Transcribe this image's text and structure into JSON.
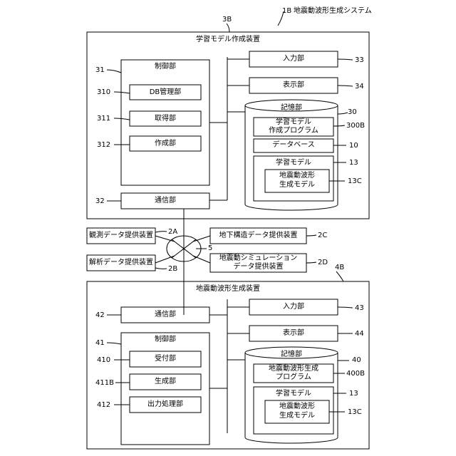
{
  "system": {
    "ref": "1B",
    "title": "地震動波形生成システム"
  },
  "learning_device": {
    "ref": "3B",
    "title": "学習モデル作成装置",
    "control": {
      "ref": "31",
      "label": "制御部"
    },
    "db_manager": {
      "ref": "310",
      "label": "DB管理部"
    },
    "acquisition": {
      "ref": "311",
      "label": "取得部"
    },
    "creation": {
      "ref": "312",
      "label": "作成部"
    },
    "communication": {
      "ref": "32",
      "label": "通信部"
    },
    "input": {
      "ref": "33",
      "label": "入力部"
    },
    "display": {
      "ref": "34",
      "label": "表示部"
    },
    "storage": {
      "ref": "30",
      "label": "記憶部"
    },
    "program": {
      "ref": "300B",
      "line1": "学習モデル",
      "line2": "作成プログラム"
    },
    "database": {
      "ref": "10",
      "label": "データベース"
    },
    "learning_model": {
      "ref": "13",
      "label": "学習モデル"
    },
    "waveform_model": {
      "ref": "13C",
      "line1": "地震動波形",
      "line2": "生成モデル"
    }
  },
  "network": {
    "ref": "5",
    "obs_provider": {
      "ref": "2A",
      "label": "観測データ提供装置"
    },
    "analysis_provider": {
      "ref": "2B",
      "label": "解析データ提供装置"
    },
    "underground_provider": {
      "ref": "2C",
      "label": "地下構造データ提供装置"
    },
    "simulation_provider": {
      "ref": "2D",
      "line1": "地震動シミュレーション",
      "line2": "データ提供装置"
    }
  },
  "generation_device": {
    "ref": "4B",
    "title": "地震動波形生成装置",
    "communication": {
      "ref": "42",
      "label": "通信部"
    },
    "control": {
      "ref": "41",
      "label": "制御部"
    },
    "reception": {
      "ref": "410",
      "label": "受付部"
    },
    "generation": {
      "ref": "411B",
      "label": "生成部"
    },
    "output": {
      "ref": "412",
      "label": "出力処理部"
    },
    "input": {
      "ref": "43",
      "label": "入力部"
    },
    "display": {
      "ref": "44",
      "label": "表示部"
    },
    "storage": {
      "ref": "40",
      "label": "記憶部"
    },
    "program": {
      "ref": "400B",
      "line1": "地震動波形生成",
      "line2": "プログラム"
    },
    "learning_model": {
      "ref": "13",
      "label": "学習モデル"
    },
    "waveform_model": {
      "ref": "13C",
      "line1": "地震動波形",
      "line2": "生成モデル"
    }
  }
}
